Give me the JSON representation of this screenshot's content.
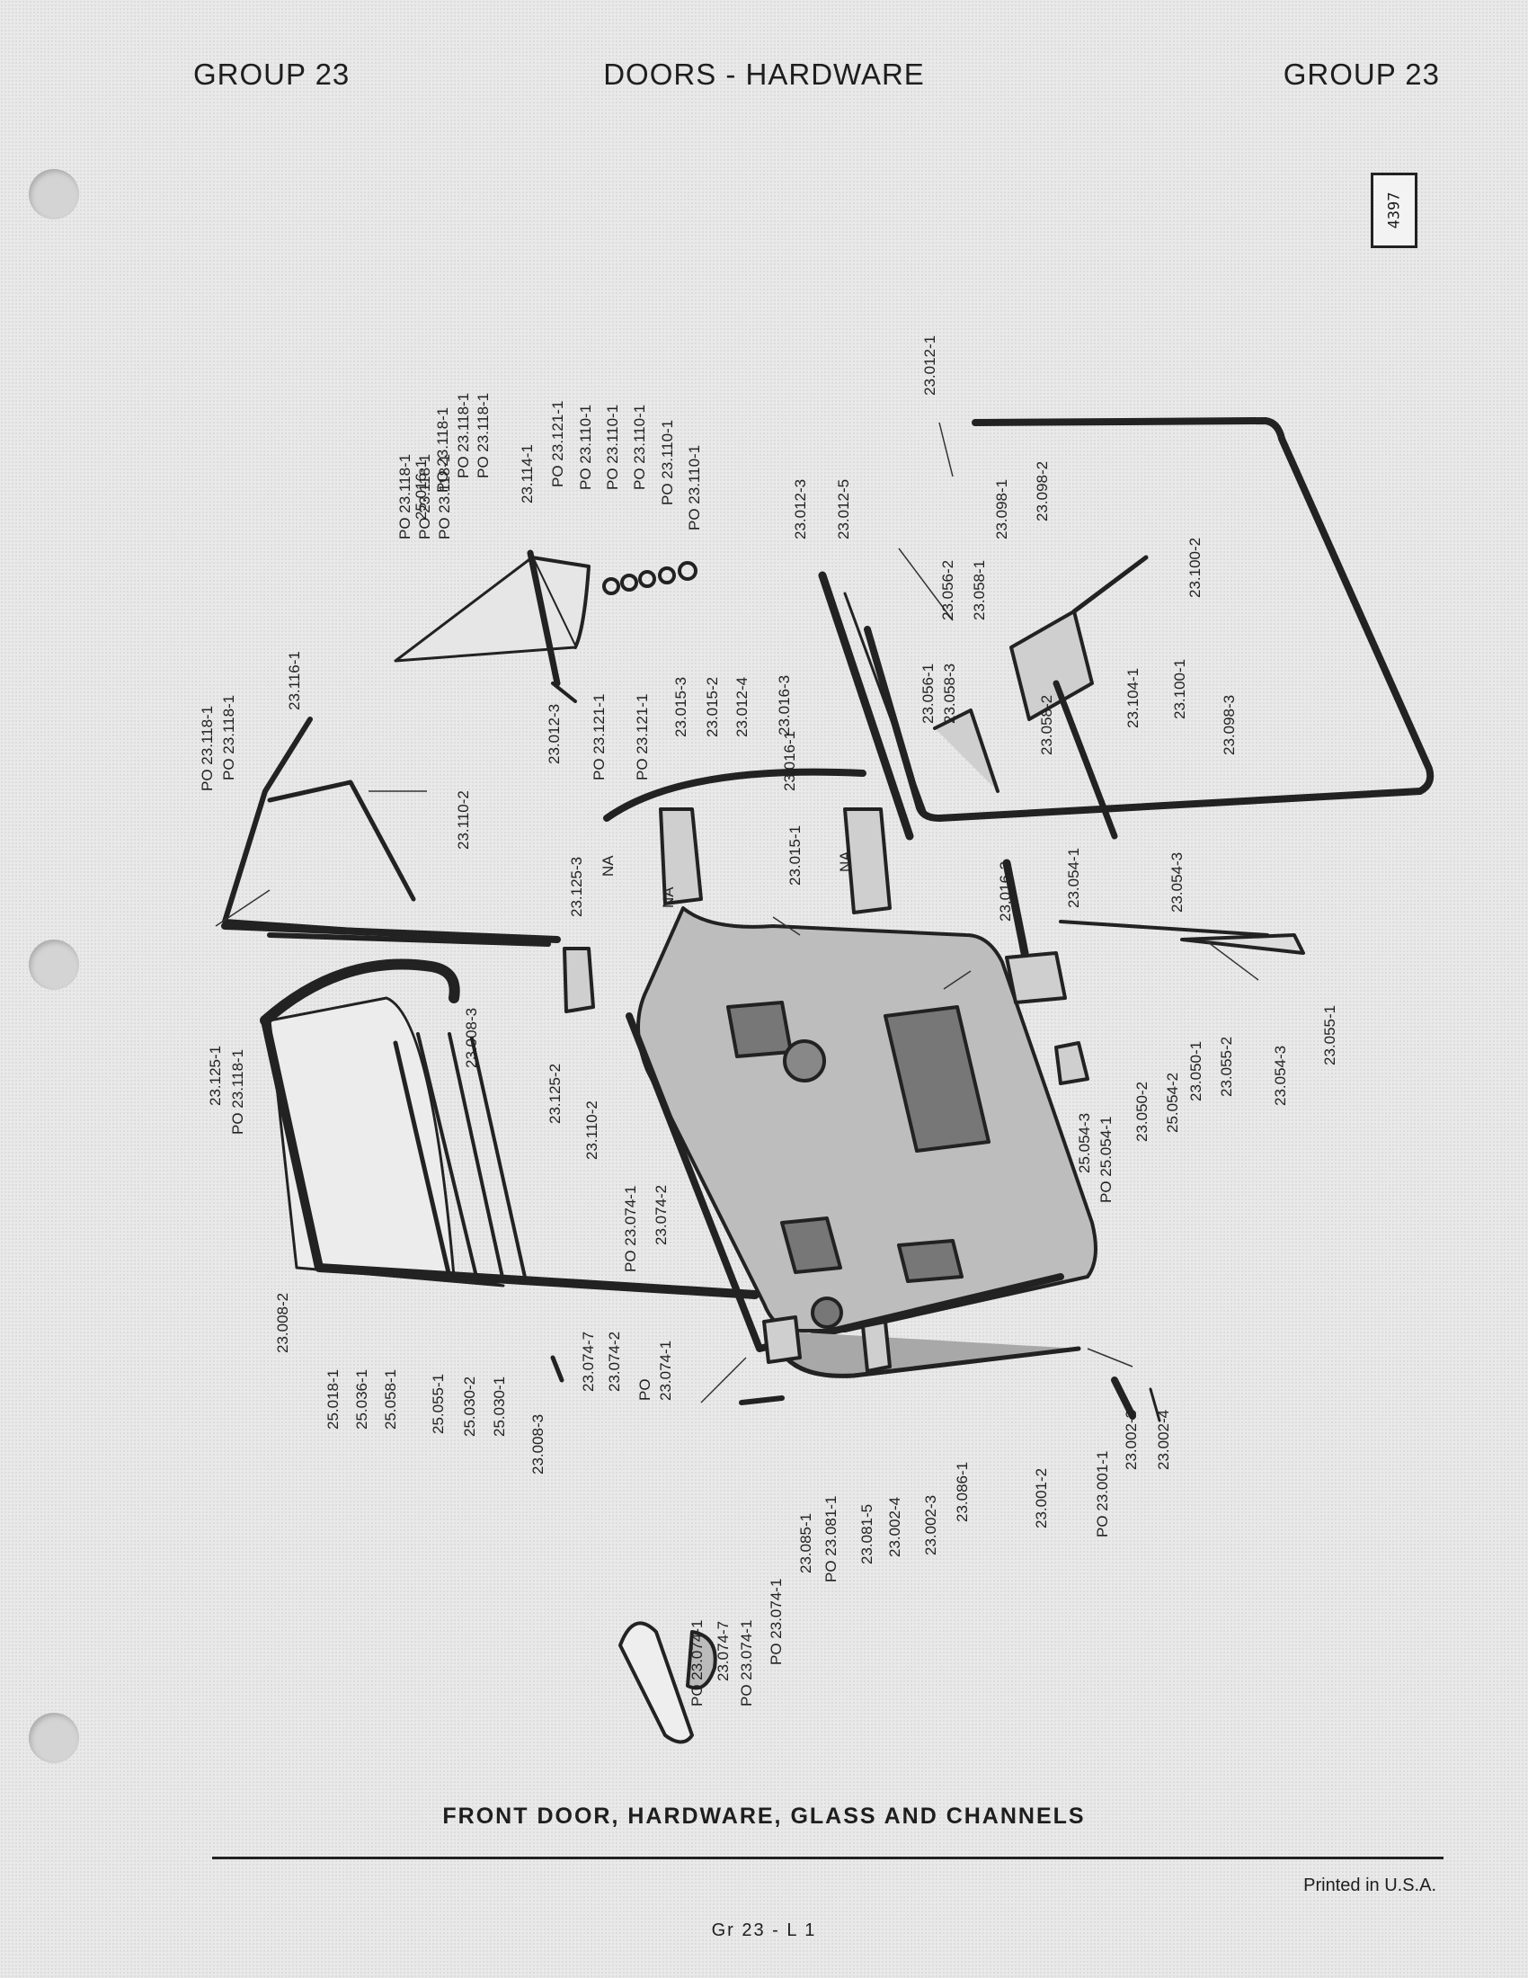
{
  "header": {
    "group_left": "GROUP 23",
    "title": "DOORS - HARDWARE",
    "group_right": "GROUP 23",
    "stamp": "4397"
  },
  "caption": "FRONT DOOR, HARDWARE, GLASS AND CHANNELS",
  "footer": {
    "printed": "Printed in U.S.A.",
    "page": "Gr 23 - L 1"
  },
  "callouts": {
    "c01": "PO 23.118-1",
    "c02": "PO 23.118-1",
    "c03": "PO 23.118-1",
    "c04": "25.016-1",
    "c05": "PO 23.118-1",
    "c06": "PO 23.118-1",
    "c07": "PO 23.118-1",
    "c08": "23.114-1",
    "c09": "PO 23.121-1",
    "c10": "PO 23.110-1",
    "c11": "PO 23.110-1",
    "c12": "PO 23.110-1",
    "c13": "PO 23.110-1",
    "c14": "PO 23.110-1",
    "c15": "23.012-3",
    "c16": "23.012-5",
    "c17": "23.012-1",
    "c18": "23.098-1",
    "c19": "23.098-2",
    "c20": "23.100-2",
    "c21": "PO 23.118-1",
    "c22": "PO 23.118-1",
    "c23": "23.116-1",
    "c24": "23.110-2",
    "c25": "23.012-3",
    "c26": "PO 23.121-1",
    "c27": "PO 23.121-1",
    "c28": "23.015-3",
    "c29": "23.015-2",
    "c30": "23.012-4",
    "c31": "23.016-3",
    "c32": "23.016-1",
    "c33": "23.056-2",
    "c34": "23.058-1",
    "c35": "23.056-1",
    "c36": "23.058-3",
    "c37": "23.058-2",
    "c38": "23.104-1",
    "c39": "23.100-1",
    "c40": "23.098-3",
    "c41": "23.125-3",
    "c42": "NA",
    "c43": "NA",
    "c44": "NA",
    "c45": "23.015-1",
    "c46": "23.016-2",
    "c47": "23.054-1",
    "c48": "23.054-3",
    "c49": "23.125-1",
    "c50": "PO 23.118-1",
    "c51": "23.008-3",
    "c52": "23.125-2",
    "c53": "23.110-2",
    "c54": "23.055-2",
    "c55": "23.054-3",
    "c56": "23.055-1",
    "c57": "23.050-1",
    "c58": "25.054-2",
    "c59": "23.050-2",
    "c60": "PO 25.054-1",
    "c61": "25.054-3",
    "c62": "PO 23.074-1",
    "c63": "23.074-2",
    "c64": "23.008-2",
    "c65": "25.018-1",
    "c66": "25.036-1",
    "c67": "25.058-1",
    "c68": "25.055-1",
    "c69": "25.030-2",
    "c70": "25.030-1",
    "c71": "23.008-3",
    "c72": "23.074-7",
    "c73": "23.074-2",
    "c74": "PO",
    "c75": "23.074-1",
    "c76": "23.085-1",
    "c77": "PO 23.081-1",
    "c78": "23.081-5",
    "c79": "23.002-4",
    "c80": "23.002-3",
    "c81": "23.086-1",
    "c82": "23.001-2",
    "c83": "PO 23.001-1",
    "c84": "23.002-3",
    "c85": "23.002-4",
    "c86": "PO 23.074-1",
    "c87": "23.074-7",
    "c88": "PO 23.074-1",
    "c89": "PO 23.074-1"
  }
}
